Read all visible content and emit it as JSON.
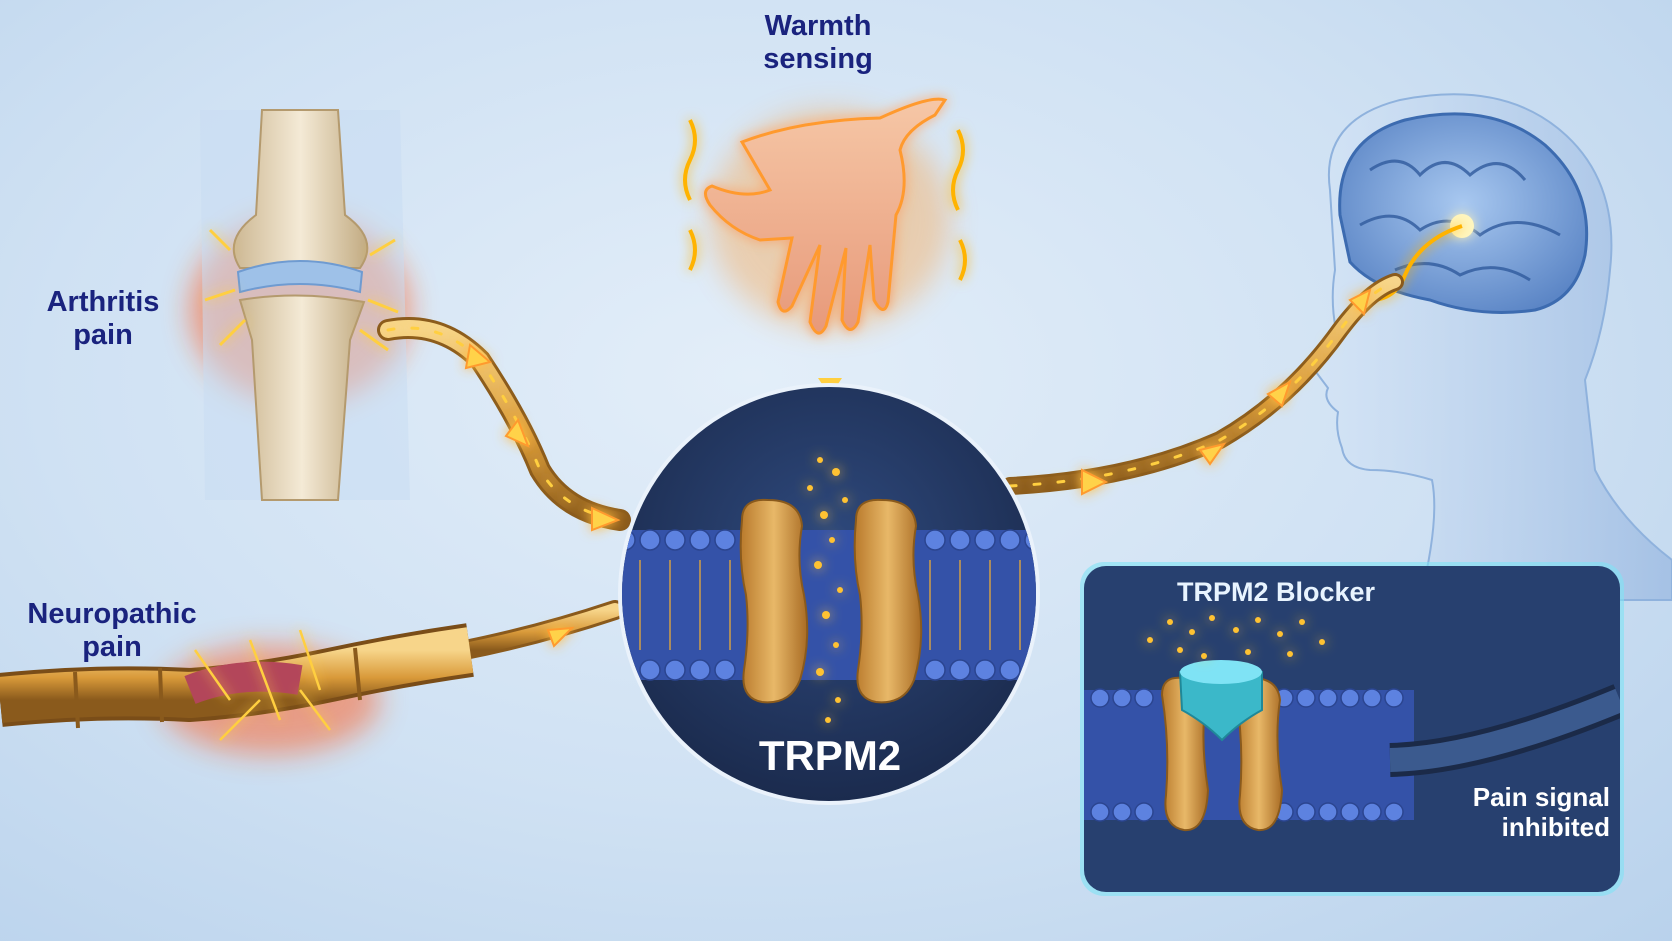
{
  "labels": {
    "warmth": [
      "Warmth",
      "sensing"
    ],
    "arthritis": [
      "Arthritis",
      "pain"
    ],
    "neuropathic": [
      "Neuropathic",
      "pain"
    ],
    "channel": "TRPM2",
    "blocker": "TRPM2 Blocker",
    "inhibited": [
      "Pain signal",
      "inhibited"
    ]
  },
  "colors": {
    "background": "#cfe1f3",
    "label_text": "#1a237e",
    "nerve_fiber": "#e0a744",
    "signal_glow": "#ffb300",
    "inflammation": "#ff5a1f",
    "membrane": "#3f63c9",
    "channel_protein": "#d9a24a",
    "blocker": "#3bb8c9",
    "inset_panel": "#27406f",
    "circle_panel": "#22365f"
  },
  "icons": [
    "knee-joint-illustration",
    "hand-illustration",
    "brain-head-illustration",
    "nerve-fiber-illustration",
    "ion-channel-illustration",
    "blocker-molecule-illustration"
  ]
}
